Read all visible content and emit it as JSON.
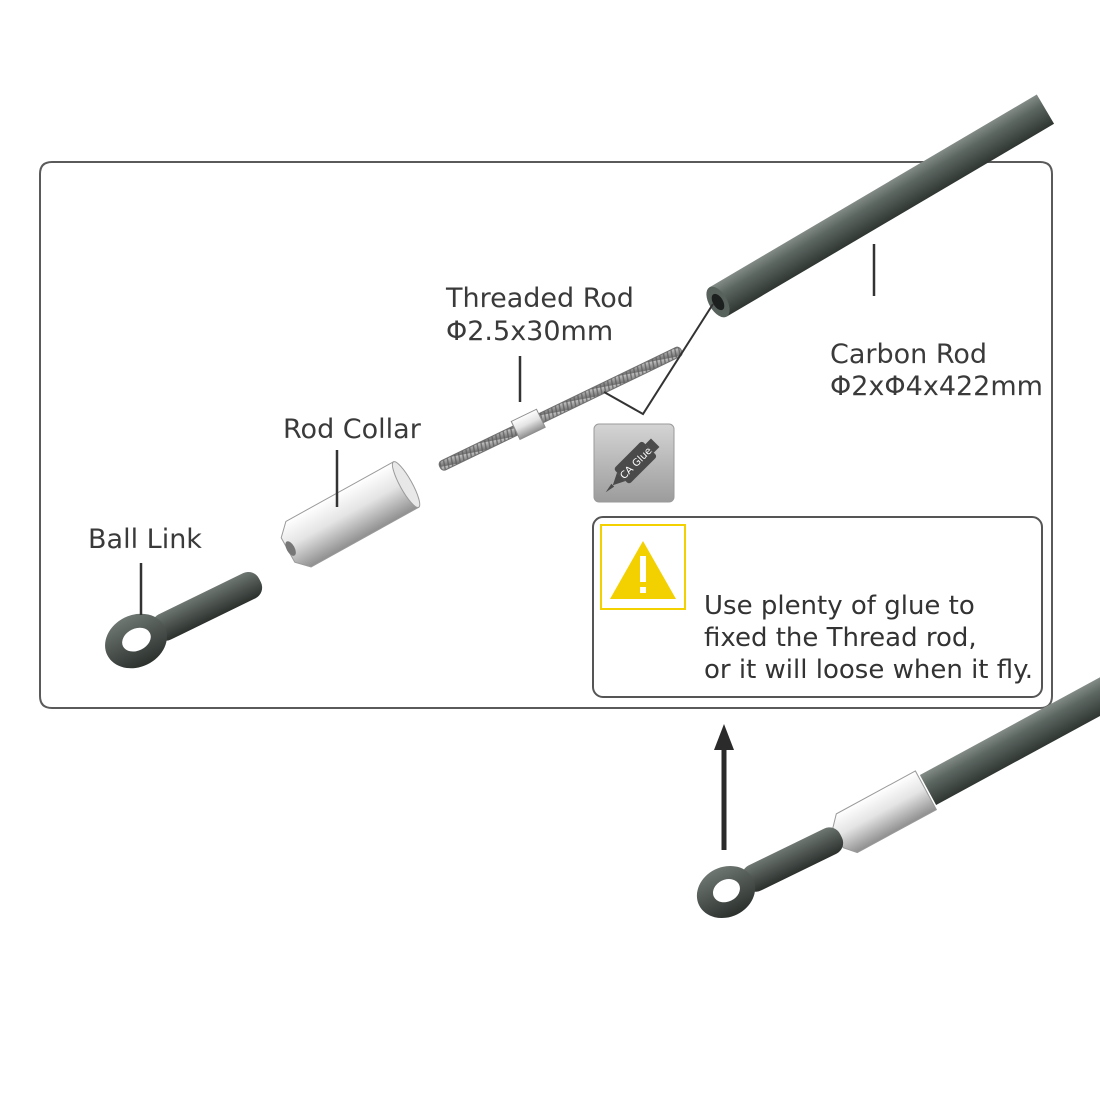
{
  "labels": {
    "threaded_rod": {
      "name": "Threaded Rod",
      "dims": "Φ2.5x30mm"
    },
    "carbon_rod": {
      "name": "Carbon Rod",
      "dims": "Φ2xΦ4x422mm"
    },
    "rod_collar": {
      "name": "Rod Collar"
    },
    "ball_link": {
      "name": "Ball Link"
    }
  },
  "glue_icon": {
    "text": "CA Glue",
    "icon": "glue-bottle-icon"
  },
  "warning": {
    "icon": "warning-triangle-icon",
    "lines": [
      "Use plenty of glue to",
      "fixed the Thread rod,",
      "or it will loose when it fly."
    ]
  },
  "colors": {
    "frame": "#5a5a5a",
    "carbon": "#4d5752",
    "metal": "#d9d9d9",
    "warning_yellow": "#f3d000"
  }
}
